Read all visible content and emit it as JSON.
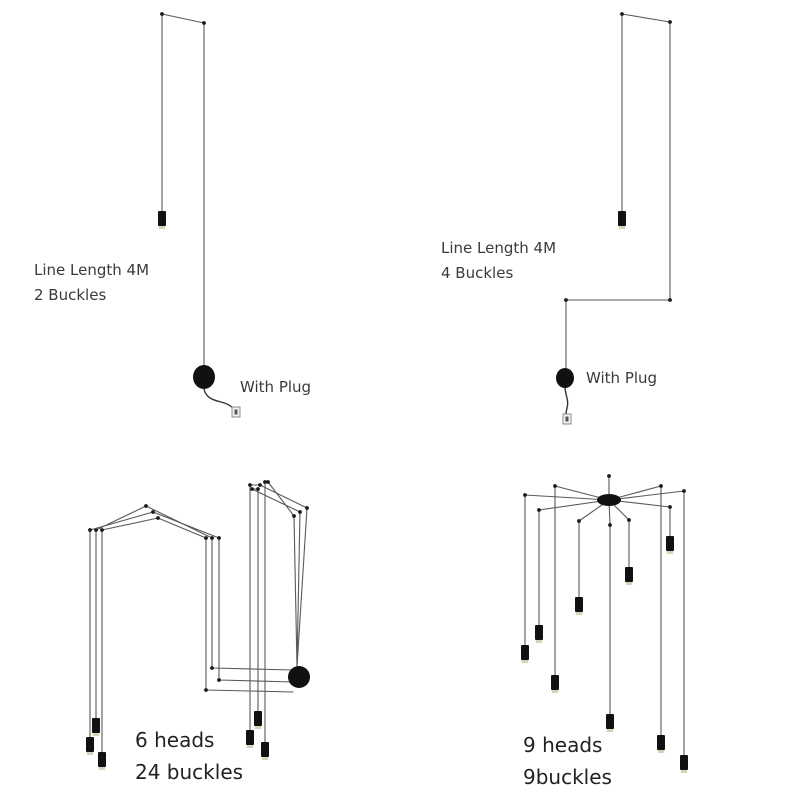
{
  "panels": {
    "top_left": {
      "lines": [
        "Line Length 4M",
        "2 Buckles"
      ],
      "plug_label": "With Plug"
    },
    "top_right": {
      "lines": [
        "Line Length 4M",
        "4 Buckles"
      ],
      "plug_label": "With Plug"
    },
    "bottom_left": {
      "lines": [
        "6 heads",
        "24 buckles"
      ]
    },
    "bottom_right": {
      "lines": [
        "9 heads",
        "9buckles"
      ]
    }
  },
  "colors": {
    "background": "#ffffff",
    "wire": "#5a5a5a",
    "fixture": "#111111",
    "text": "#333333"
  }
}
